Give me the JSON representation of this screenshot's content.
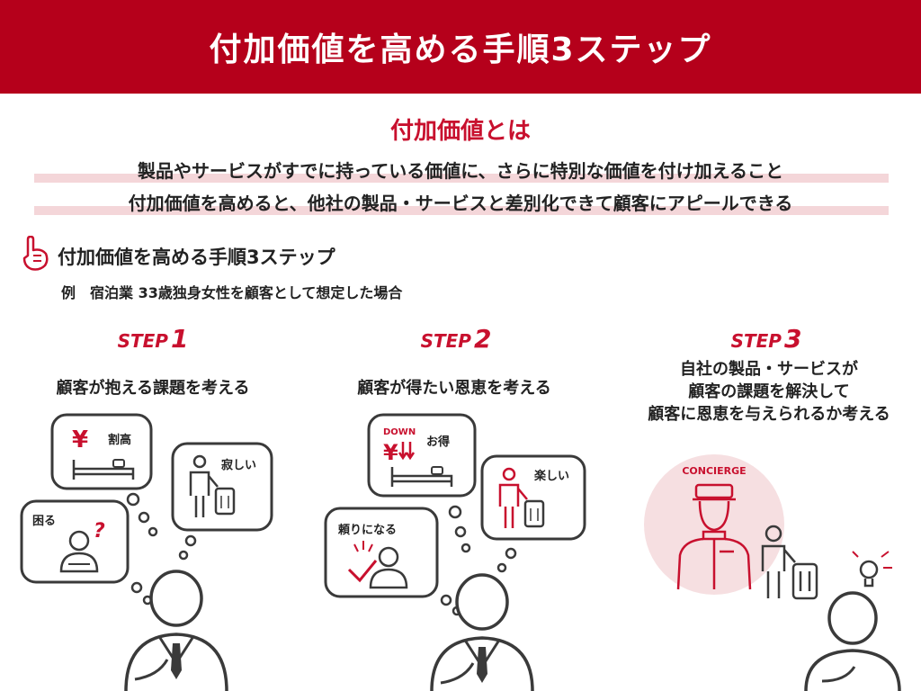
{
  "header": {
    "title": "付加価値を高める手順3ステップ"
  },
  "definition": {
    "title": "付加価値とは",
    "lines": [
      "製品やサービスがすでに持っている価値に、さらに特別な価値を付け加えること",
      "付加価値を高めると、他社の製品・サービスと差別化できて顧客にアピールできる"
    ]
  },
  "steps_section": {
    "heading": "付加価値を高める手順3ステップ",
    "example": "例　宿泊業 33歳独身女性を顧客として想定した場合"
  },
  "steps": [
    {
      "word": "STEP",
      "number": "1",
      "description": "顧客が抱える課題を考える",
      "bubbles": {
        "price": "割高",
        "lonely": "寂しい",
        "trouble": "困る",
        "yen": "¥",
        "question": "?"
      }
    },
    {
      "word": "STEP",
      "number": "2",
      "description": "顧客が得たい恩恵を考える",
      "bubbles": {
        "down": "DOWN",
        "deal": "お得",
        "fun": "楽しい",
        "reliable": "頼りになる",
        "yen": "¥"
      }
    },
    {
      "word": "STEP",
      "number": "3",
      "description_lines": [
        "自社の製品・サービスが",
        "顧客の課題を解決して",
        "顧客に恩恵を与えられるか考える"
      ],
      "concierge": "CONCIERGE"
    }
  ],
  "colors": {
    "brand_red": "#b5001b",
    "accent_red": "#c8102e",
    "highlight_pink": "#f4d6d9",
    "concierge_circle": "#f6dfe1",
    "outline": "#3a3a3a"
  },
  "icons": [
    "pointing-hand-icon",
    "thinking-person-icon",
    "bed-icon",
    "yen-icon",
    "traveler-with-suitcase-icon",
    "confused-person-icon",
    "down-arrow-icon",
    "relieved-person-icon",
    "concierge-icon",
    "lightbulb-icon"
  ]
}
